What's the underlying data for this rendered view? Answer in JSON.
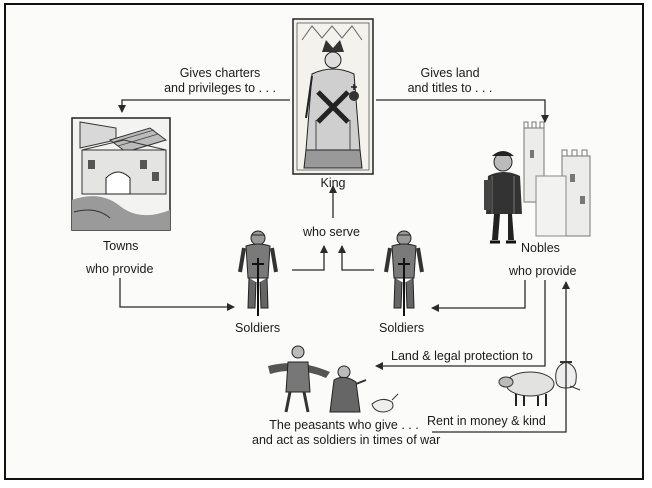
{
  "labels": {
    "charters_line1": "Gives charters",
    "charters_line2": "and privileges to . . .",
    "land_line1": "Gives land",
    "land_line2": "and titles to . . .",
    "king": "King",
    "towns": "Towns",
    "towns_provide": "who provide",
    "who_serve": "who serve",
    "nobles": "Nobles",
    "nobles_provide": "who provide",
    "soldiers_left": "Soldiers",
    "soldiers_right": "Soldiers",
    "protection": "Land & legal protection to",
    "rent": "Rent in money & kind",
    "peasants_line1": "The peasants who give . . .",
    "peasants_line2": "and act as soldiers in times of war"
  },
  "colors": {
    "ink": "#1a1a1a",
    "arrow": "#2b2b2b",
    "border": "#111111"
  }
}
